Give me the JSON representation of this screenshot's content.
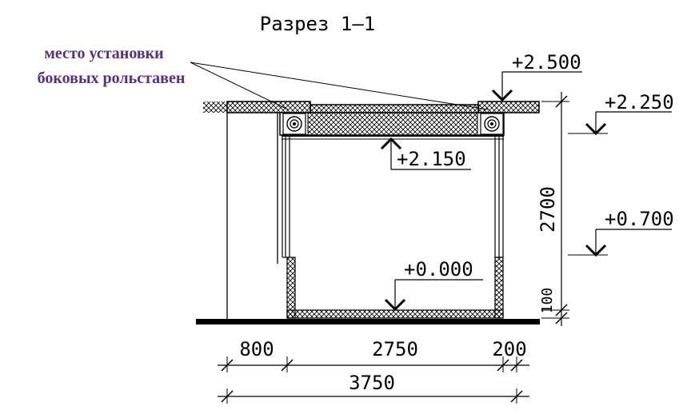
{
  "title": "Разрез 1–1",
  "note": {
    "line1": "место установки",
    "line2": "боковых рольставен",
    "color": "#5a2d82"
  },
  "levels": {
    "roof_top": "+2.500",
    "roof_right": "+2.250",
    "ceiling": "+2.150",
    "mid_right": "+0.700",
    "floor": "+0.000"
  },
  "dimensions": {
    "height_total": "2700",
    "height_base": "100",
    "width_left": "800",
    "width_mid": "2750",
    "width_right": "200",
    "width_total": "3750"
  },
  "colors": {
    "line": "#000000",
    "hatch": "#000000"
  }
}
